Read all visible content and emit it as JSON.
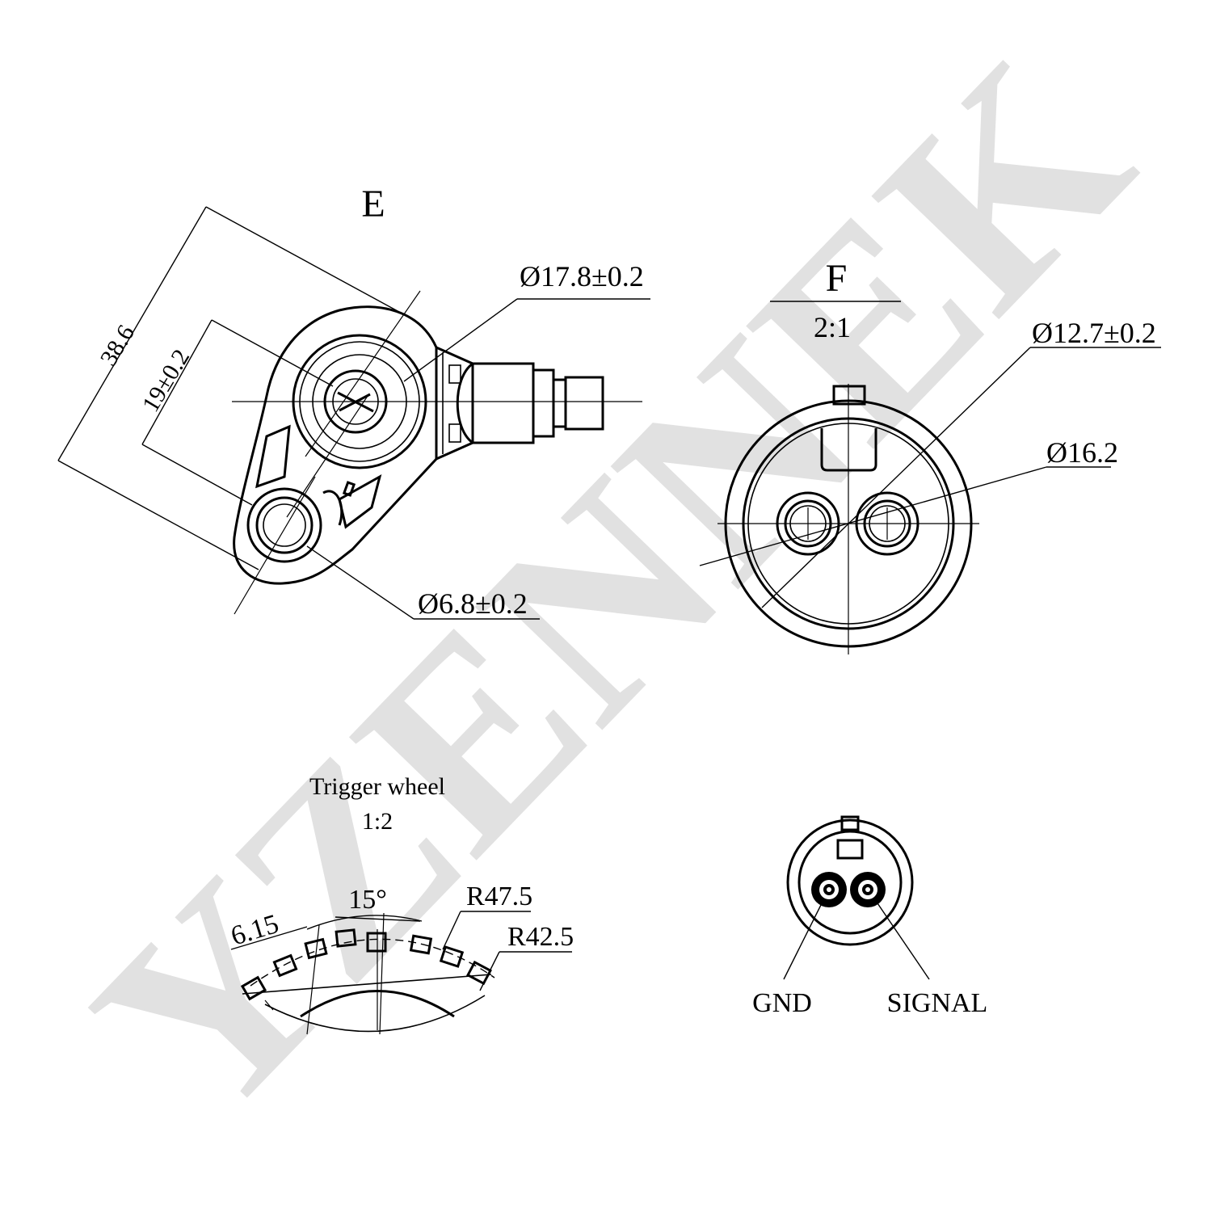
{
  "watermark": {
    "text": "YZENNEK",
    "color": "#e1e1e1"
  },
  "view_e": {
    "title": "E",
    "dims": {
      "overall_length": "38.6",
      "hole_spacing": "19±0.2",
      "sensor_diameter": "Ø17.8±0.2",
      "mount_hole_diameter": "Ø6.8±0.2"
    }
  },
  "view_f": {
    "title": "F",
    "scale": "2:1",
    "dims": {
      "inner_diameter": "Ø12.7±0.2",
      "outer_diameter": "Ø16.2"
    }
  },
  "trigger_wheel": {
    "title": "Trigger wheel",
    "scale": "1:2",
    "dims": {
      "tooth_width": "6.15",
      "tooth_angle": "15°",
      "outer_radius": "R47.5",
      "inner_radius": "R42.5"
    }
  },
  "pinout": {
    "pins": [
      "GND",
      "SIGNAL"
    ]
  }
}
